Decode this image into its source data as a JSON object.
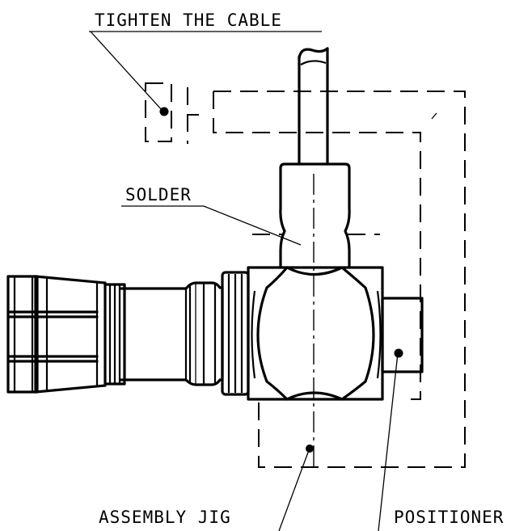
{
  "labels": {
    "tighten_the_cable": "TIGHTEN THE CABLE",
    "solder": "SOLDER",
    "assembly_jig": "ASSEMBLY JIG",
    "positioner": "POSITIONER"
  }
}
